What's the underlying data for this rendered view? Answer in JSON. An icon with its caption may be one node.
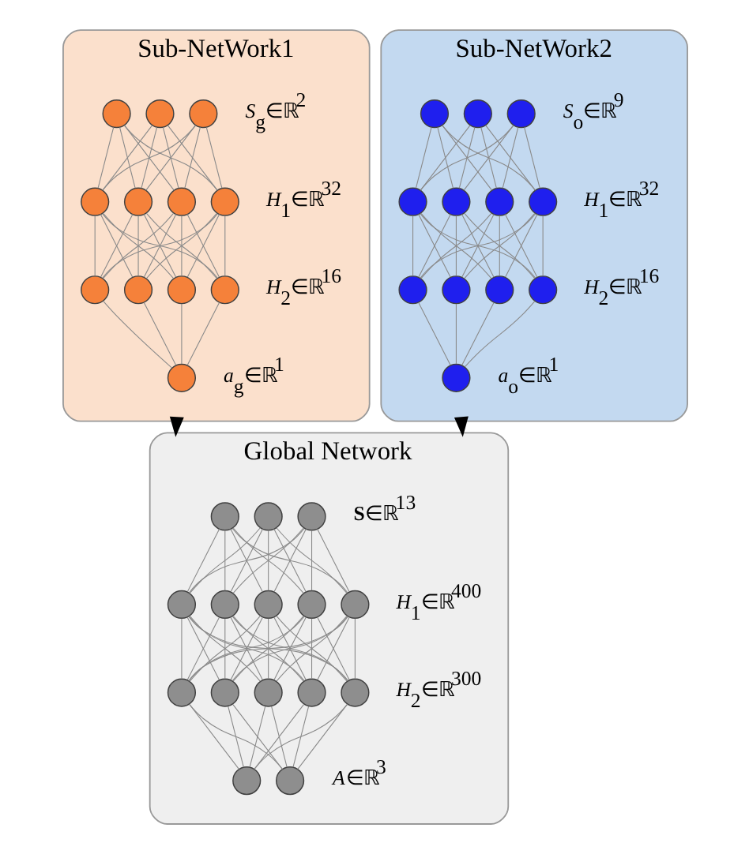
{
  "diagram": {
    "nodes": [
      {
        "text": [
          "Sub-NetWork1"
        ]
      },
      {
        "text": [],
        "shape": "circle",
        "in": 0
      },
      {
        "text": [],
        "shape": "circle",
        "in": 0
      },
      {
        "text": [],
        "shape": "circle",
        "in": 0
      },
      {
        "text": [],
        "shape": "circle",
        "in": 0
      },
      {
        "text": [],
        "shape": "circle",
        "in": 0
      },
      {
        "text": [],
        "shape": "circle",
        "in": 0
      },
      {
        "text": [],
        "shape": "circle",
        "in": 0
      },
      {
        "text": [],
        "shape": "circle",
        "in": 0
      },
      {
        "text": [],
        "shape": "circle",
        "in": 0
      },
      {
        "text": [],
        "shape": "circle",
        "in": 0
      },
      {
        "text": [],
        "shape": "circle",
        "in": 0
      },
      {
        "text": [],
        "shape": "circle",
        "in": 0
      },
      {
        "text": [
          "Sub-NetWork2"
        ]
      },
      {
        "text": [],
        "shape": "circle",
        "in": 13
      },
      {
        "text": [],
        "shape": "circle",
        "in": 13
      },
      {
        "text": [],
        "shape": "circle",
        "in": 13
      },
      {
        "text": [],
        "shape": "circle",
        "in": 13
      },
      {
        "text": [],
        "shape": "circle",
        "in": 13
      },
      {
        "text": [],
        "shape": "circle",
        "in": 13
      },
      {
        "text": [],
        "shape": "circle",
        "in": 13
      },
      {
        "text": [],
        "shape": "circle",
        "in": 13
      },
      {
        "text": [],
        "shape": "circle",
        "in": 13
      },
      {
        "text": [],
        "shape": "circle",
        "in": 13
      },
      {
        "text": [],
        "shape": "circle",
        "in": 13
      },
      {
        "text": [],
        "shape": "circle",
        "in": 13
      },
      {
        "text": [
          "Global Network"
        ]
      },
      {
        "text": [],
        "shape": "circle",
        "in": 26
      },
      {
        "text": [],
        "shape": "circle",
        "in": 26
      },
      {
        "text": [],
        "shape": "circle",
        "in": 26
      },
      {
        "text": [],
        "shape": "circle",
        "in": 26
      },
      {
        "text": [],
        "shape": "circle",
        "in": 26
      },
      {
        "text": [],
        "shape": "circle",
        "in": 26
      },
      {
        "text": [],
        "shape": "circle",
        "in": 26
      },
      {
        "text": [],
        "shape": "circle",
        "in": 26
      },
      {
        "text": [],
        "shape": "circle",
        "in": 26
      },
      {
        "text": [],
        "shape": "circle",
        "in": 26
      },
      {
        "text": [],
        "shape": "circle",
        "in": 26
      },
      {
        "text": [],
        "shape": "circle",
        "in": 26
      },
      {
        "text": [],
        "shape": "circle",
        "in": 26
      },
      {
        "text": [],
        "shape": "circle",
        "in": 26
      },
      {
        "text": [],
        "shape": "circle",
        "in": 26
      }
    ],
    "edges": [
      {
        "from": 1,
        "to": 4,
        "arrow": "none"
      },
      {
        "from": 1,
        "to": 5,
        "arrow": "none"
      },
      {
        "from": 1,
        "to": 6,
        "arrow": "none"
      },
      {
        "from": 1,
        "to": 7,
        "arrow": "none"
      },
      {
        "from": 2,
        "to": 4,
        "arrow": "none"
      },
      {
        "from": 2,
        "to": 5,
        "arrow": "none"
      },
      {
        "from": 2,
        "to": 6,
        "arrow": "none"
      },
      {
        "from": 2,
        "to": 7,
        "arrow": "none"
      },
      {
        "from": 3,
        "to": 4,
        "arrow": "none"
      },
      {
        "from": 3,
        "to": 5,
        "arrow": "none"
      },
      {
        "from": 3,
        "to": 6,
        "arrow": "none"
      },
      {
        "from": 3,
        "to": 7,
        "arrow": "none"
      },
      {
        "from": 4,
        "to": 8,
        "arrow": "none"
      },
      {
        "from": 4,
        "to": 9,
        "arrow": "none"
      },
      {
        "from": 4,
        "to": 10,
        "arrow": "none"
      },
      {
        "from": 4,
        "to": 11,
        "arrow": "none"
      },
      {
        "from": 5,
        "to": 8,
        "arrow": "none"
      },
      {
        "from": 5,
        "to": 9,
        "arrow": "none"
      },
      {
        "from": 5,
        "to": 10,
        "arrow": "none"
      },
      {
        "from": 5,
        "to": 11,
        "arrow": "none"
      },
      {
        "from": 6,
        "to": 8,
        "arrow": "none"
      },
      {
        "from": 6,
        "to": 9,
        "arrow": "none"
      },
      {
        "from": 6,
        "to": 10,
        "arrow": "none"
      },
      {
        "from": 6,
        "to": 11,
        "arrow": "none"
      },
      {
        "from": 7,
        "to": 8,
        "arrow": "none"
      },
      {
        "from": 7,
        "to": 9,
        "arrow": "none"
      },
      {
        "from": 7,
        "to": 10,
        "arrow": "none"
      },
      {
        "from": 7,
        "to": 11,
        "arrow": "none"
      },
      {
        "from": 8,
        "to": 12,
        "arrow": "none"
      },
      {
        "from": 9,
        "to": 12,
        "arrow": "none"
      },
      {
        "from": 10,
        "to": 12,
        "arrow": "none"
      },
      {
        "from": 11,
        "to": 12,
        "arrow": "none"
      },
      {
        "from": 14,
        "to": 17,
        "arrow": "none"
      },
      {
        "from": 14,
        "to": 18,
        "arrow": "none"
      },
      {
        "from": 14,
        "to": 19,
        "arrow": "none"
      },
      {
        "from": 14,
        "to": 20,
        "arrow": "none"
      },
      {
        "from": 15,
        "to": 17,
        "arrow": "none"
      },
      {
        "from": 15,
        "to": 18,
        "arrow": "none"
      },
      {
        "from": 15,
        "to": 19,
        "arrow": "none"
      },
      {
        "from": 15,
        "to": 20,
        "arrow": "none"
      },
      {
        "from": 16,
        "to": 17,
        "arrow": "none"
      },
      {
        "from": 16,
        "to": 18,
        "arrow": "none"
      },
      {
        "from": 16,
        "to": 19,
        "arrow": "none"
      },
      {
        "from": 16,
        "to": 20,
        "arrow": "none"
      },
      {
        "from": 17,
        "to": 21,
        "arrow": "none"
      },
      {
        "from": 17,
        "to": 22,
        "arrow": "none"
      },
      {
        "from": 17,
        "to": 23,
        "arrow": "none"
      },
      {
        "from": 17,
        "to": 24,
        "arrow": "none"
      },
      {
        "from": 18,
        "to": 21,
        "arrow": "none"
      },
      {
        "from": 18,
        "to": 22,
        "arrow": "none"
      },
      {
        "from": 18,
        "to": 23,
        "arrow": "none"
      },
      {
        "from": 18,
        "to": 24,
        "arrow": "none"
      },
      {
        "from": 19,
        "to": 21,
        "arrow": "none"
      },
      {
        "from": 19,
        "to": 22,
        "arrow": "none"
      },
      {
        "from": 19,
        "to": 23,
        "arrow": "none"
      },
      {
        "from": 19,
        "to": 24,
        "arrow": "none"
      },
      {
        "from": 20,
        "to": 21,
        "arrow": "none"
      },
      {
        "from": 20,
        "to": 22,
        "arrow": "none"
      },
      {
        "from": 20,
        "to": 23,
        "arrow": "none"
      },
      {
        "from": 20,
        "to": 24,
        "arrow": "none"
      },
      {
        "from": 21,
        "to": 25,
        "arrow": "none"
      },
      {
        "from": 22,
        "to": 25,
        "arrow": "none"
      },
      {
        "from": 23,
        "to": 25,
        "arrow": "none"
      },
      {
        "from": 24,
        "to": 25,
        "arrow": "none"
      },
      {
        "from": 27,
        "to": 30,
        "arrow": "none"
      },
      {
        "from": 27,
        "to": 31,
        "arrow": "none"
      },
      {
        "from": 27,
        "to": 32,
        "arrow": "none"
      },
      {
        "from": 27,
        "to": 33,
        "arrow": "none"
      },
      {
        "from": 27,
        "to": 34,
        "arrow": "none"
      },
      {
        "from": 28,
        "to": 30,
        "arrow": "none"
      },
      {
        "from": 28,
        "to": 31,
        "arrow": "none"
      },
      {
        "from": 28,
        "to": 32,
        "arrow": "none"
      },
      {
        "from": 28,
        "to": 33,
        "arrow": "none"
      },
      {
        "from": 28,
        "to": 34,
        "arrow": "none"
      },
      {
        "from": 29,
        "to": 30,
        "arrow": "none"
      },
      {
        "from": 29,
        "to": 31,
        "arrow": "none"
      },
      {
        "from": 29,
        "to": 32,
        "arrow": "none"
      },
      {
        "from": 29,
        "to": 33,
        "arrow": "none"
      },
      {
        "from": 29,
        "to": 34,
        "arrow": "none"
      },
      {
        "from": 30,
        "to": 35,
        "arrow": "none"
      },
      {
        "from": 30,
        "to": 36,
        "arrow": "none"
      },
      {
        "from": 30,
        "to": 37,
        "arrow": "none"
      },
      {
        "from": 30,
        "to": 38,
        "arrow": "none"
      },
      {
        "from": 30,
        "to": 39,
        "arrow": "none"
      },
      {
        "from": 31,
        "to": 35,
        "arrow": "none"
      },
      {
        "from": 31,
        "to": 36,
        "arrow": "none"
      },
      {
        "from": 31,
        "to": 37,
        "arrow": "none"
      },
      {
        "from": 31,
        "to": 38,
        "arrow": "none"
      },
      {
        "from": 31,
        "to": 39,
        "arrow": "none"
      },
      {
        "from": 32,
        "to": 35,
        "arrow": "none"
      },
      {
        "from": 32,
        "to": 36,
        "arrow": "none"
      },
      {
        "from": 32,
        "to": 37,
        "arrow": "none"
      },
      {
        "from": 32,
        "to": 38,
        "arrow": "none"
      },
      {
        "from": 32,
        "to": 39,
        "arrow": "none"
      },
      {
        "from": 33,
        "to": 35,
        "arrow": "none"
      },
      {
        "from": 33,
        "to": 36,
        "arrow": "none"
      },
      {
        "from": 33,
        "to": 37,
        "arrow": "none"
      },
      {
        "from": 33,
        "to": 38,
        "arrow": "none"
      },
      {
        "from": 33,
        "to": 39,
        "arrow": "none"
      },
      {
        "from": 34,
        "to": 35,
        "arrow": "none"
      },
      {
        "from": 34,
        "to": 36,
        "arrow": "none"
      },
      {
        "from": 34,
        "to": 37,
        "arrow": "none"
      },
      {
        "from": 34,
        "to": 38,
        "arrow": "none"
      },
      {
        "from": 34,
        "to": 39,
        "arrow": "none"
      },
      {
        "from": 35,
        "to": 40,
        "arrow": "none"
      },
      {
        "from": 35,
        "to": 41,
        "arrow": "none"
      },
      {
        "from": 36,
        "to": 40,
        "arrow": "none"
      },
      {
        "from": 36,
        "to": 41,
        "arrow": "none"
      },
      {
        "from": 37,
        "to": 40,
        "arrow": "none"
      },
      {
        "from": 37,
        "to": 41,
        "arrow": "none"
      },
      {
        "from": 38,
        "to": 40,
        "arrow": "none"
      },
      {
        "from": 38,
        "to": 41,
        "arrow": "none"
      },
      {
        "from": 39,
        "to": 40,
        "arrow": "none"
      },
      {
        "from": 39,
        "to": 41,
        "arrow": "none"
      },
      {
        "from": 0,
        "to": 26,
        "arrow": "to",
        "style": "thick",
        "color": "#000000"
      },
      {
        "from": 13,
        "to": 26,
        "arrow": "to",
        "style": "thick",
        "color": "#000000"
      }
    ],
    "labels": [
      "*S*$_{g}$∈ℝ$^{2}$",
      "*H*$_{1}$∈ℝ$^{32}$",
      "*H*$_{2}$∈ℝ$^{16}$",
      "*a*$_{g}$∈ℝ$^{1}$",
      "*S*$_{o}$∈ℝ$^{9}$",
      "*H*$_{1}$∈ℝ$^{32}$",
      "*H*$_{2}$∈ℝ$^{16}$",
      "*a*$_{o}$∈ℝ$^{1}$",
      "**S**∈ℝ$^{13}$",
      "*H*$_{1}$∈ℝ$^{400}$",
      "*H*$_{2}$∈ℝ$^{300}$",
      "*A*∈ℝ$^{3}$"
    ]
  }
}
